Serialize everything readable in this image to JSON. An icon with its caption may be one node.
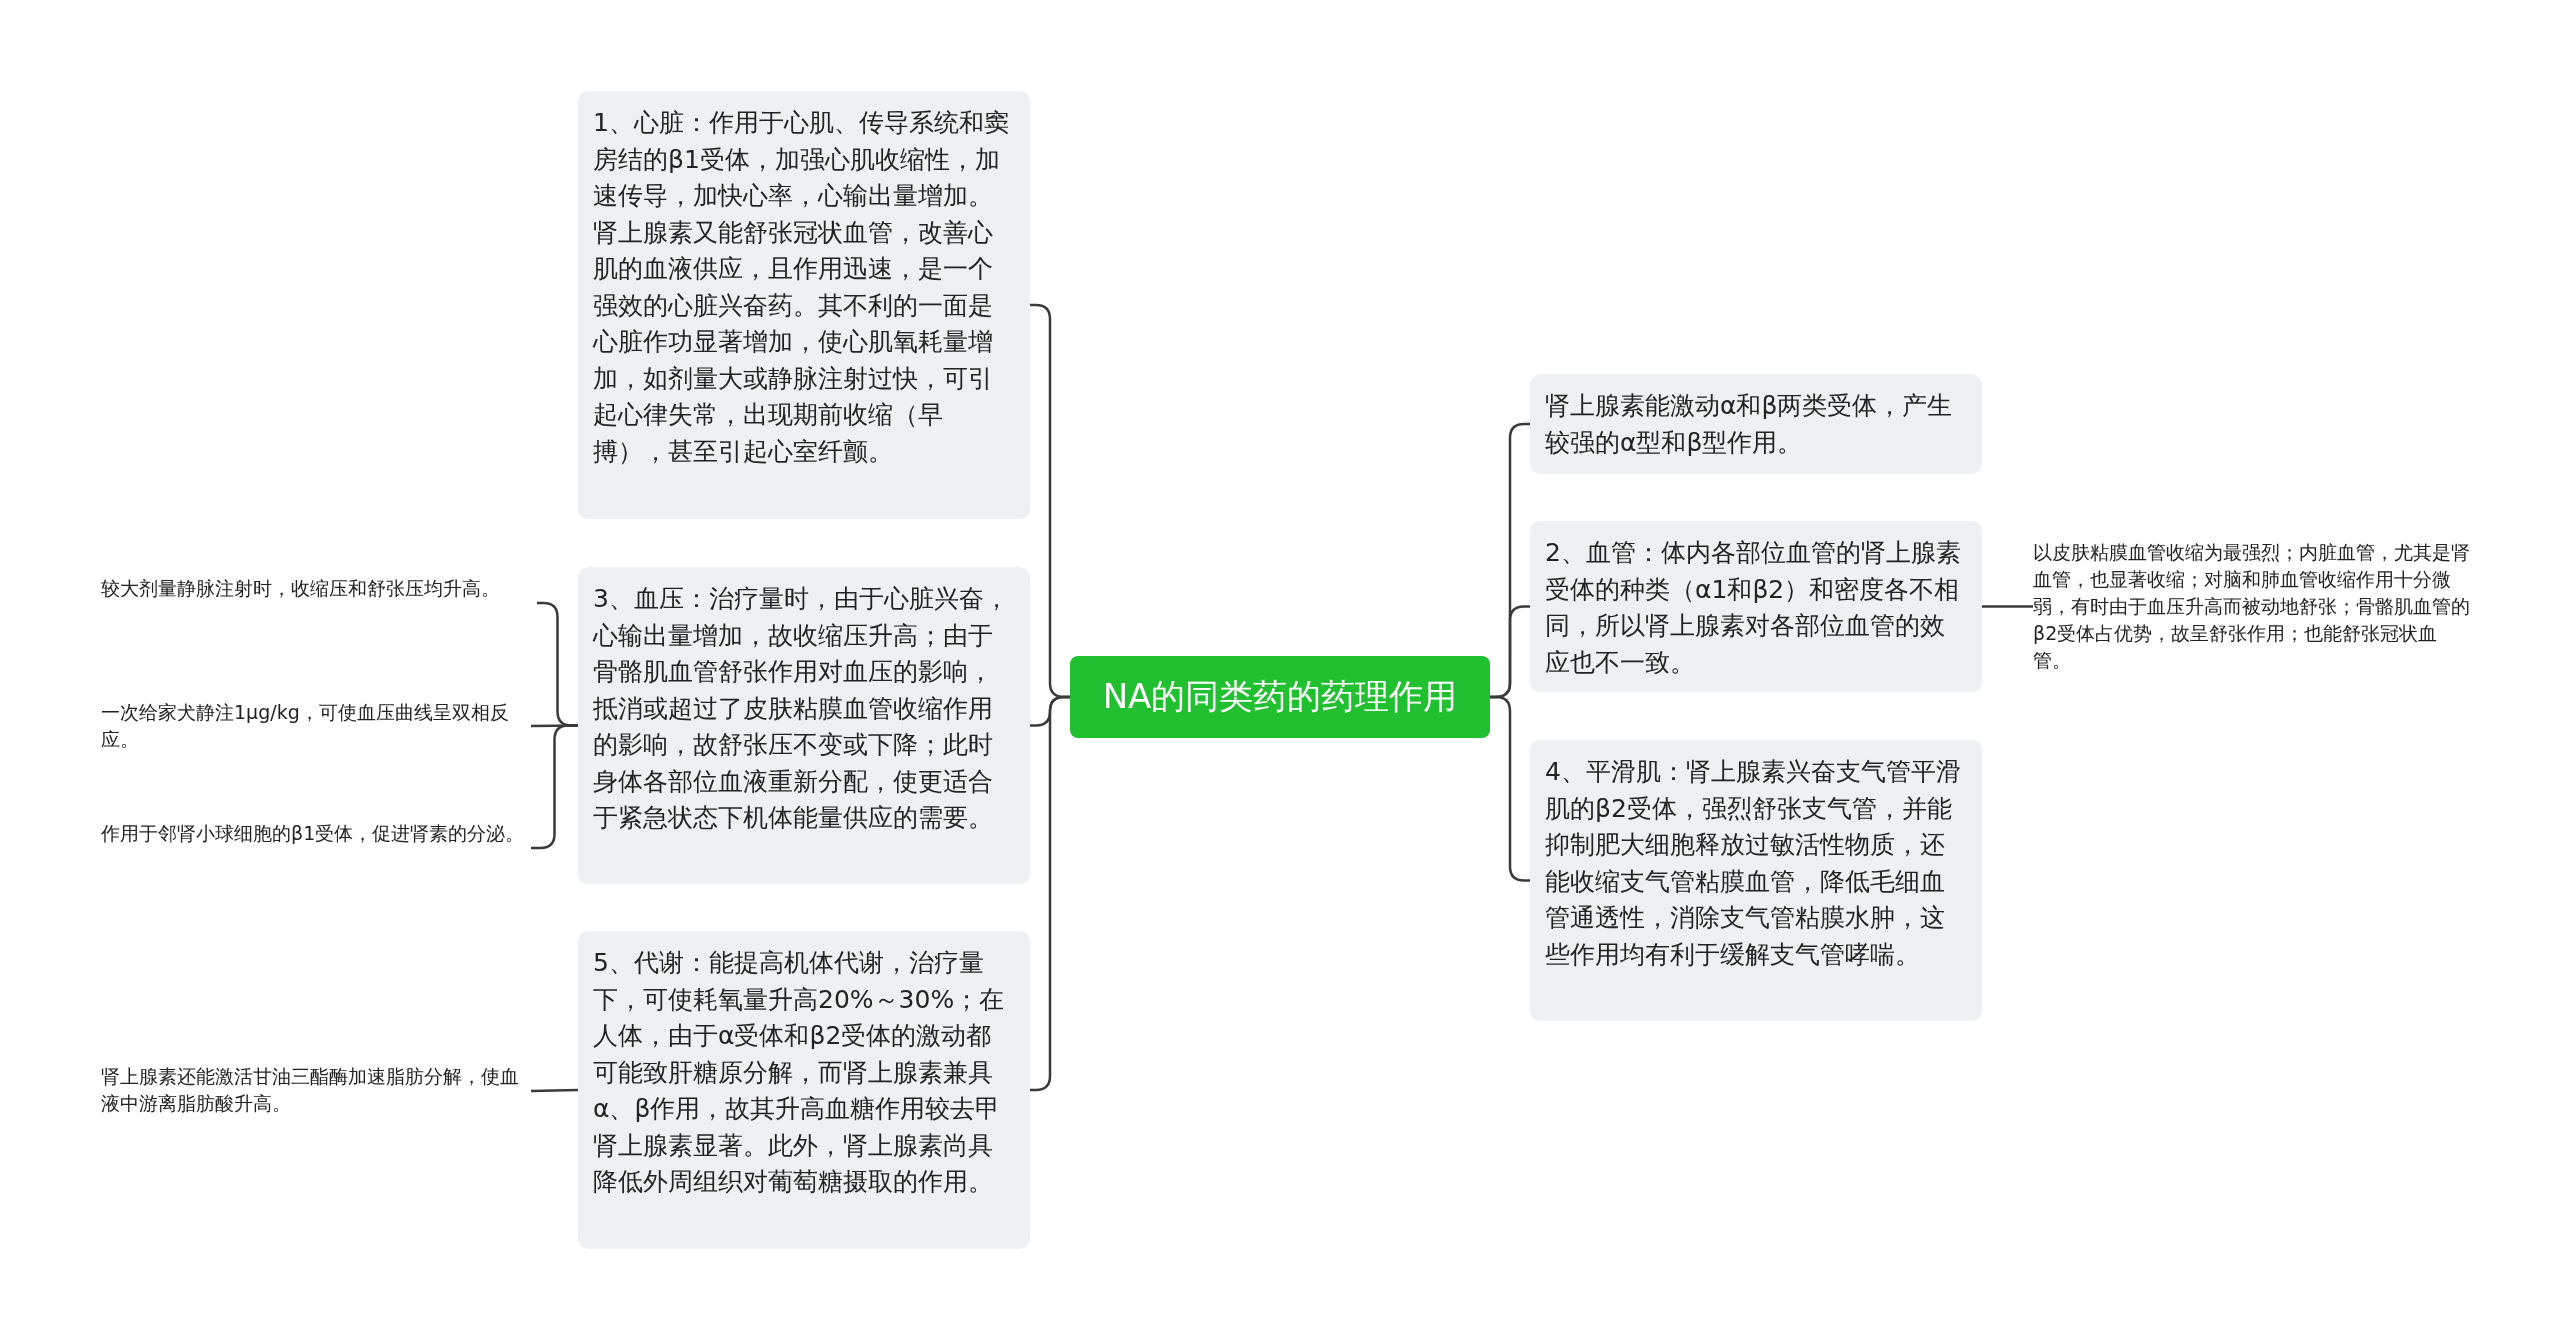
{
  "diagram": {
    "nodes": [
      {
        "text": [
          "NA的同类药的药理作用"
        ]
      },
      {
        "text": [
          "1、心脏：作用于心肌、传导系统和窦房结的β1受体，加强心肌收缩性，加速传导，加快心率，心输出量增加。肾上腺素又能舒张冠状血管，改善心肌的血液供应，且作用迅速，是一个强效的心脏兴奋药。其不利的一面是心脏作功显著增加，使心肌氧耗量增加，如剂量大或静脉注射过快，可引起心律失常，出现期前收缩（早搏），甚至引起心室纤颤。"
        ]
      },
      {
        "text": [
          "3、血压：治疗量时，由于心脏兴奋，心输出量增加，故收缩压升高；由于骨骼肌血管舒张作用对血压的影响，抵消或超过了皮肤粘膜血管收缩作用的影响，故舒张压不变或下降；此时身体各部位血液重新分配，使更适合于紧急状态下机体能量供应的需要。"
        ]
      },
      {
        "text": [
          "5、代谢：能提高机体代谢，治疗量下，可使耗氧量升高20%～30%；在人体，由于α受体和β2受体的激动都可能致肝糖原分解，而肾上腺素兼具α、β作用，故其升高血糖作用较去甲肾上腺素显著。此外，肾上腺素尚具降低外周组织对葡萄糖摄取的作用。"
        ]
      },
      {
        "text": [
          "肾上腺素能激动α和β两类受体，产生较强的α型和β型作用。"
        ]
      },
      {
        "text": [
          "2、血管：体内各部位血管的肾上腺素受体的种类（α1和β2）和密度各不相同，所以肾上腺素对各部位血管的效应也不一致。"
        ]
      },
      {
        "text": [
          "4、平滑肌：肾上腺素兴奋支气管平滑肌的β2受体，强烈舒张支气管，并能抑制肥大细胞释放过敏活性物质，还能收缩支气管粘膜血管，降低毛细血管通透性，消除支气管粘膜水肿，这些作用均有利于缓解支气管哮喘。"
        ]
      },
      {
        "text": [
          "较大剂量静脉注射时，收缩压和舒张压均升高。"
        ]
      },
      {
        "text": [
          "一次给家犬静注1μg/kg，可使血压曲线呈双相反应。"
        ]
      },
      {
        "text": [
          "作用于邻肾小球细胞的β1受体，促进肾素的分泌。"
        ]
      },
      {
        "text": [
          "肾上腺素还能激活甘油三酯酶加速脂肪分解，使血液中游离脂肪酸升高。"
        ]
      },
      {
        "text": [
          "以皮肤粘膜血管收缩为最强烈；内脏血管，尤其是肾血管，也显著收缩；对脑和肺血管收缩作用十分微弱，有时由于血压升高而被动地舒张；骨骼肌血管的β2受体占优势，故呈舒张作用；也能舒张冠状血管。"
        ]
      }
    ],
    "edges": [
      {
        "from": 0,
        "to": 1,
        "arrow": "none"
      },
      {
        "from": 0,
        "to": 2,
        "arrow": "none"
      },
      {
        "from": 0,
        "to": 3,
        "arrow": "none"
      },
      {
        "from": 0,
        "to": 4,
        "arrow": "none"
      },
      {
        "from": 0,
        "to": 5,
        "arrow": "none"
      },
      {
        "from": 0,
        "to": 6,
        "arrow": "none"
      },
      {
        "from": 2,
        "to": 7,
        "arrow": "none"
      },
      {
        "from": 2,
        "to": 8,
        "arrow": "none"
      },
      {
        "from": 2,
        "to": 9,
        "arrow": "none"
      },
      {
        "from": 3,
        "to": 10,
        "arrow": "none"
      },
      {
        "from": 5,
        "to": 11,
        "arrow": "none"
      }
    ]
  }
}
